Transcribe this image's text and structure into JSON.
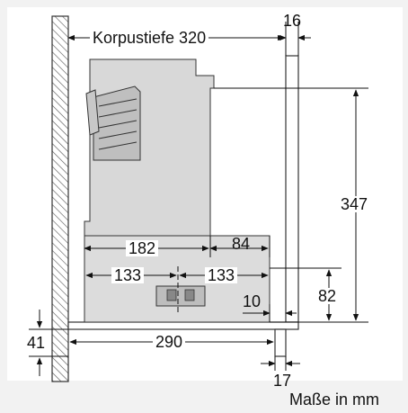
{
  "dimensions": {
    "corpus_depth": "Korpustiefe 320",
    "front_offset_top": "16",
    "height_total": "347",
    "width_182": "182",
    "width_84": "84",
    "left_133": "133",
    "right_133": "133",
    "height_82": "82",
    "gap_10": "10",
    "height_41": "41",
    "width_290": "290",
    "front_17": "17"
  },
  "units_note": "Maße in mm"
}
